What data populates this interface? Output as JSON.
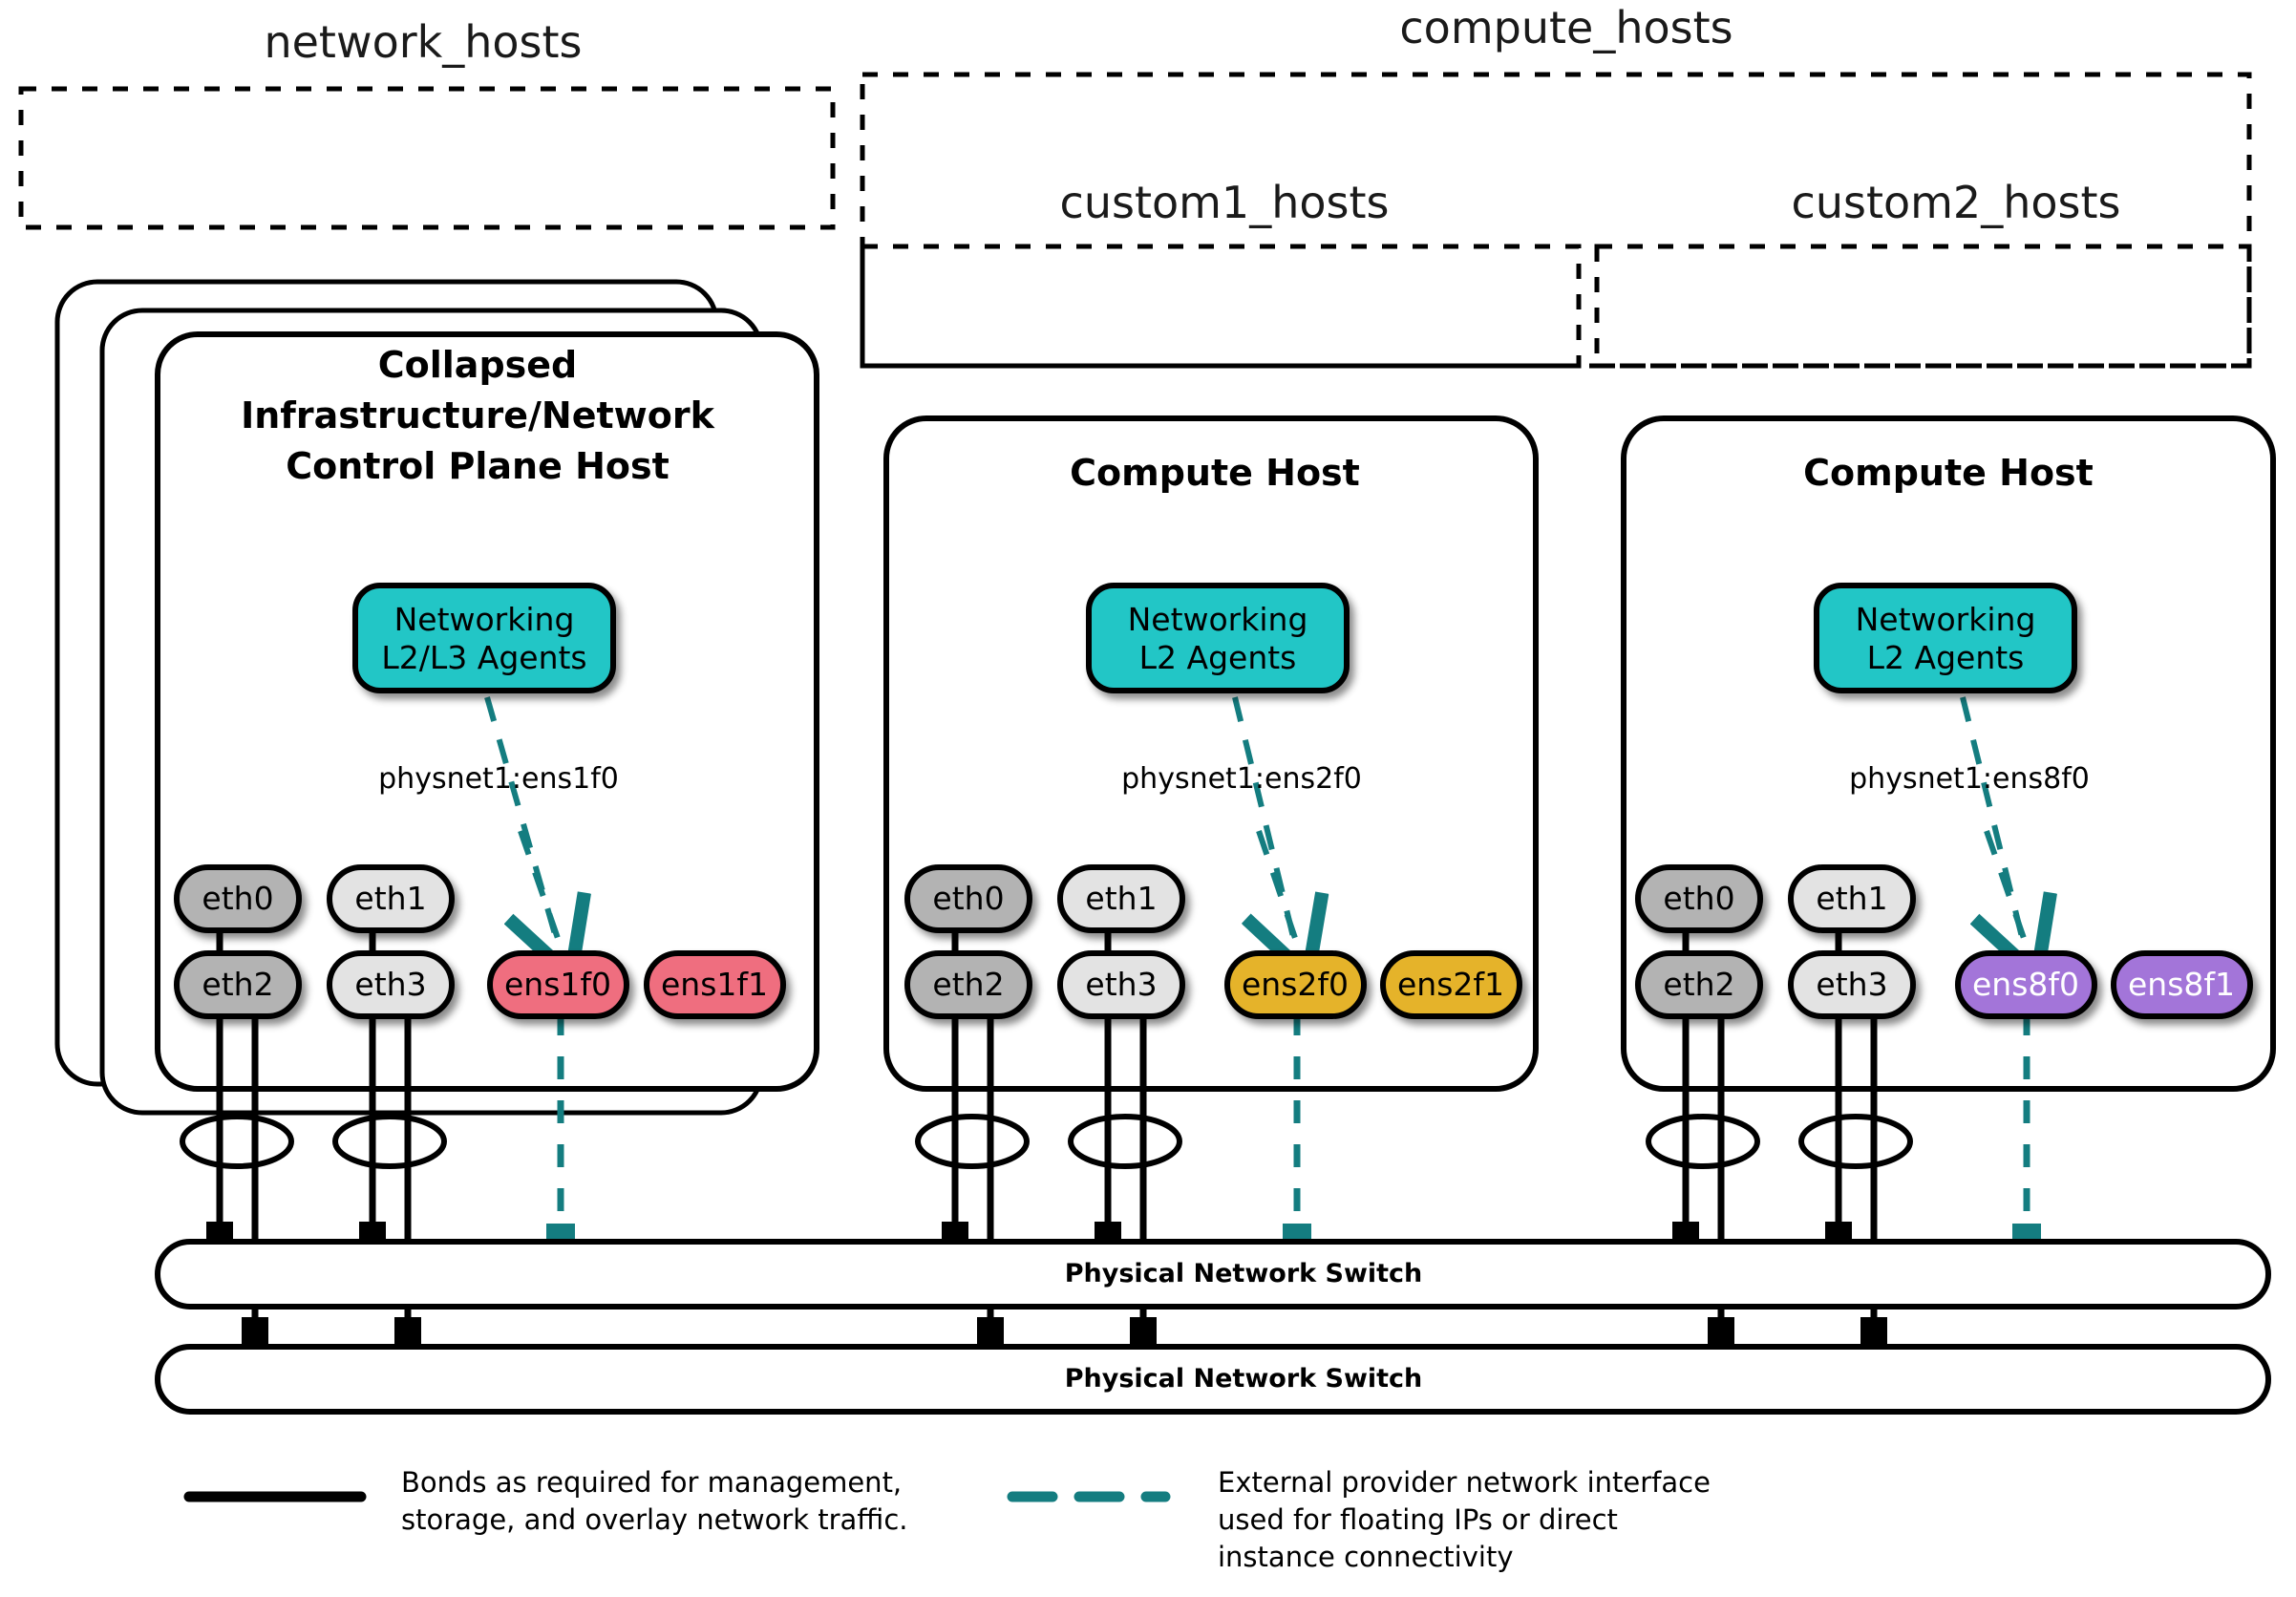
{
  "diagram": {
    "title": "OpenStack network topology: network_hosts and compute_hosts with physical switches",
    "colors": {
      "agent_teal": "#22c6c6",
      "dash_teal": "#147d80",
      "nic_gray_dark": "#b3b3b3",
      "nic_gray_light": "#e3e3e3",
      "nic_pink": "#ef6e7f",
      "nic_orange": "#e5b32c",
      "nic_purple": "#a375d9",
      "stroke_black": "#000000"
    }
  },
  "groups": [
    {
      "id": "network_hosts",
      "label": "network_hosts"
    },
    {
      "id": "compute_hosts",
      "label": "compute_hosts"
    },
    {
      "id": "custom1_hosts",
      "label": "custom1_hosts"
    },
    {
      "id": "custom2_hosts",
      "label": "custom2_hosts"
    }
  ],
  "hosts": [
    {
      "id": "network-host",
      "title_lines": [
        "Collapsed",
        "Infrastructure/Network",
        "Control Plane Host"
      ],
      "stacked": true,
      "stack_count": 3,
      "agent": {
        "lines": [
          "Networking",
          "L2/L3 Agents"
        ]
      },
      "physnet_label": "physnet1:ens1f0",
      "nics_top": [
        {
          "name": "eth0",
          "color_key": "nic_gray_dark",
          "text": "dark"
        },
        {
          "name": "eth1",
          "color_key": "nic_gray_light",
          "text": "dark"
        }
      ],
      "nics_bottom": [
        {
          "name": "eth2",
          "color_key": "nic_gray_dark",
          "text": "dark"
        },
        {
          "name": "eth3",
          "color_key": "nic_gray_light",
          "text": "dark"
        },
        {
          "name": "ens1f0",
          "color_key": "nic_pink",
          "text": "dark"
        },
        {
          "name": "ens1f1",
          "color_key": "nic_pink",
          "text": "dark"
        }
      ]
    },
    {
      "id": "compute-host-1",
      "title_lines": [
        "Compute Host"
      ],
      "stacked": false,
      "stack_count": 1,
      "agent": {
        "lines": [
          "Networking",
          "L2 Agents"
        ]
      },
      "physnet_label": "physnet1:ens2f0",
      "nics_top": [
        {
          "name": "eth0",
          "color_key": "nic_gray_dark",
          "text": "dark"
        },
        {
          "name": "eth1",
          "color_key": "nic_gray_light",
          "text": "dark"
        }
      ],
      "nics_bottom": [
        {
          "name": "eth2",
          "color_key": "nic_gray_dark",
          "text": "dark"
        },
        {
          "name": "eth3",
          "color_key": "nic_gray_light",
          "text": "dark"
        },
        {
          "name": "ens2f0",
          "color_key": "nic_orange",
          "text": "dark"
        },
        {
          "name": "ens2f1",
          "color_key": "nic_orange",
          "text": "dark"
        }
      ]
    },
    {
      "id": "compute-host-2",
      "title_lines": [
        "Compute Host"
      ],
      "stacked": false,
      "stack_count": 1,
      "agent": {
        "lines": [
          "Networking",
          "L2 Agents"
        ]
      },
      "physnet_label": "physnet1:ens8f0",
      "nics_top": [
        {
          "name": "eth0",
          "color_key": "nic_gray_dark",
          "text": "dark"
        },
        {
          "name": "eth1",
          "color_key": "nic_gray_light",
          "text": "dark"
        }
      ],
      "nics_bottom": [
        {
          "name": "eth2",
          "color_key": "nic_gray_dark",
          "text": "dark"
        },
        {
          "name": "eth3",
          "color_key": "nic_gray_light",
          "text": "dark"
        },
        {
          "name": "ens8f0",
          "color_key": "nic_purple",
          "text": "light"
        },
        {
          "name": "ens8f1",
          "color_key": "nic_purple",
          "text": "light"
        }
      ]
    }
  ],
  "switches": [
    {
      "id": "switch-top",
      "label": "Physical Network Switch"
    },
    {
      "id": "switch-bottom",
      "label": "Physical Network Switch"
    }
  ],
  "legend": [
    {
      "id": "legend-bonds",
      "style": "solid-black",
      "lines": [
        "Bonds as required for management,",
        "storage, and overlay network traffic."
      ]
    },
    {
      "id": "legend-provider",
      "style": "dashed-teal",
      "lines": [
        "External provider network interface",
        "used for floating IPs or direct",
        "instance connectivity"
      ]
    }
  ]
}
